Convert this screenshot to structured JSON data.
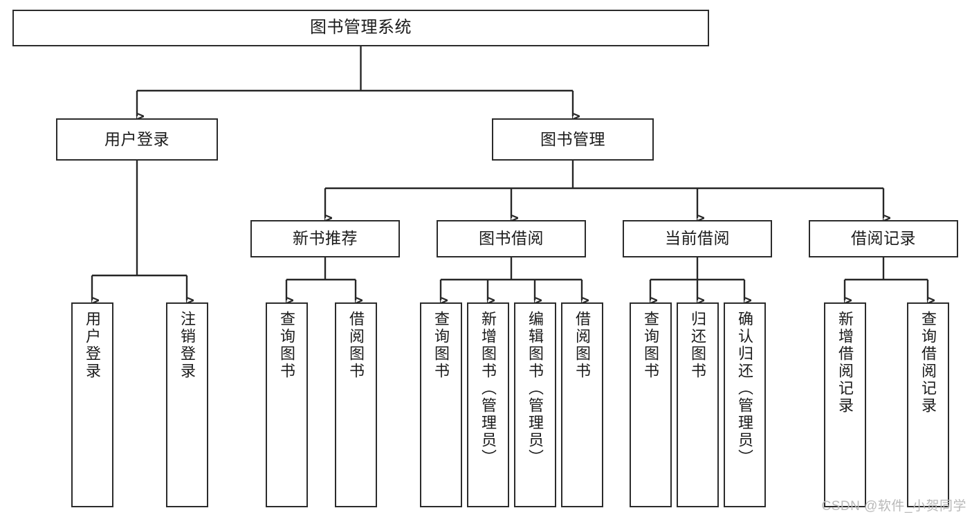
{
  "diagram": {
    "title": "图书管理系统",
    "type": "function-structure-tree",
    "accent_color": "#2b2b2b",
    "background_color": "#ffffff",
    "watermark": "CSDN @软件_小贺同学",
    "nodes": {
      "root": {
        "label": "图书管理系统"
      },
      "level1": [
        {
          "id": "user-login",
          "label": "用户登录"
        },
        {
          "id": "book-manage",
          "label": "图书管理"
        }
      ],
      "level2": [
        {
          "id": "new-book-recommend",
          "label": "新书推荐"
        },
        {
          "id": "book-borrow",
          "label": "图书借阅"
        },
        {
          "id": "current-borrow",
          "label": "当前借阅"
        },
        {
          "id": "borrow-record",
          "label": "借阅记录"
        }
      ],
      "leaves": {
        "user_login": [
          {
            "id": "leaf-user-login",
            "label": "用户登录"
          },
          {
            "id": "leaf-logout-login",
            "label": "注销登录"
          }
        ],
        "new_book_recommend": [
          {
            "id": "leaf-query-book-1",
            "label": "查询图书"
          },
          {
            "id": "leaf-borrow-book-1",
            "label": "借阅图书"
          }
        ],
        "book_borrow": [
          {
            "id": "leaf-query-book-2",
            "label": "查询图书"
          },
          {
            "id": "leaf-add-book",
            "label": "新增图书（管理员）"
          },
          {
            "id": "leaf-edit-book",
            "label": "编辑图书（管理员）"
          },
          {
            "id": "leaf-borrow-book-2",
            "label": "借阅图书"
          }
        ],
        "current_borrow": [
          {
            "id": "leaf-query-book-3",
            "label": "查询图书"
          },
          {
            "id": "leaf-return-book",
            "label": "归还图书"
          },
          {
            "id": "leaf-confirm-return",
            "label": "确认归还（管理员）"
          }
        ],
        "borrow_record": [
          {
            "id": "leaf-add-record",
            "label": "新增借阅记录"
          },
          {
            "id": "leaf-query-record",
            "label": "查询借阅记录"
          }
        ]
      }
    }
  }
}
